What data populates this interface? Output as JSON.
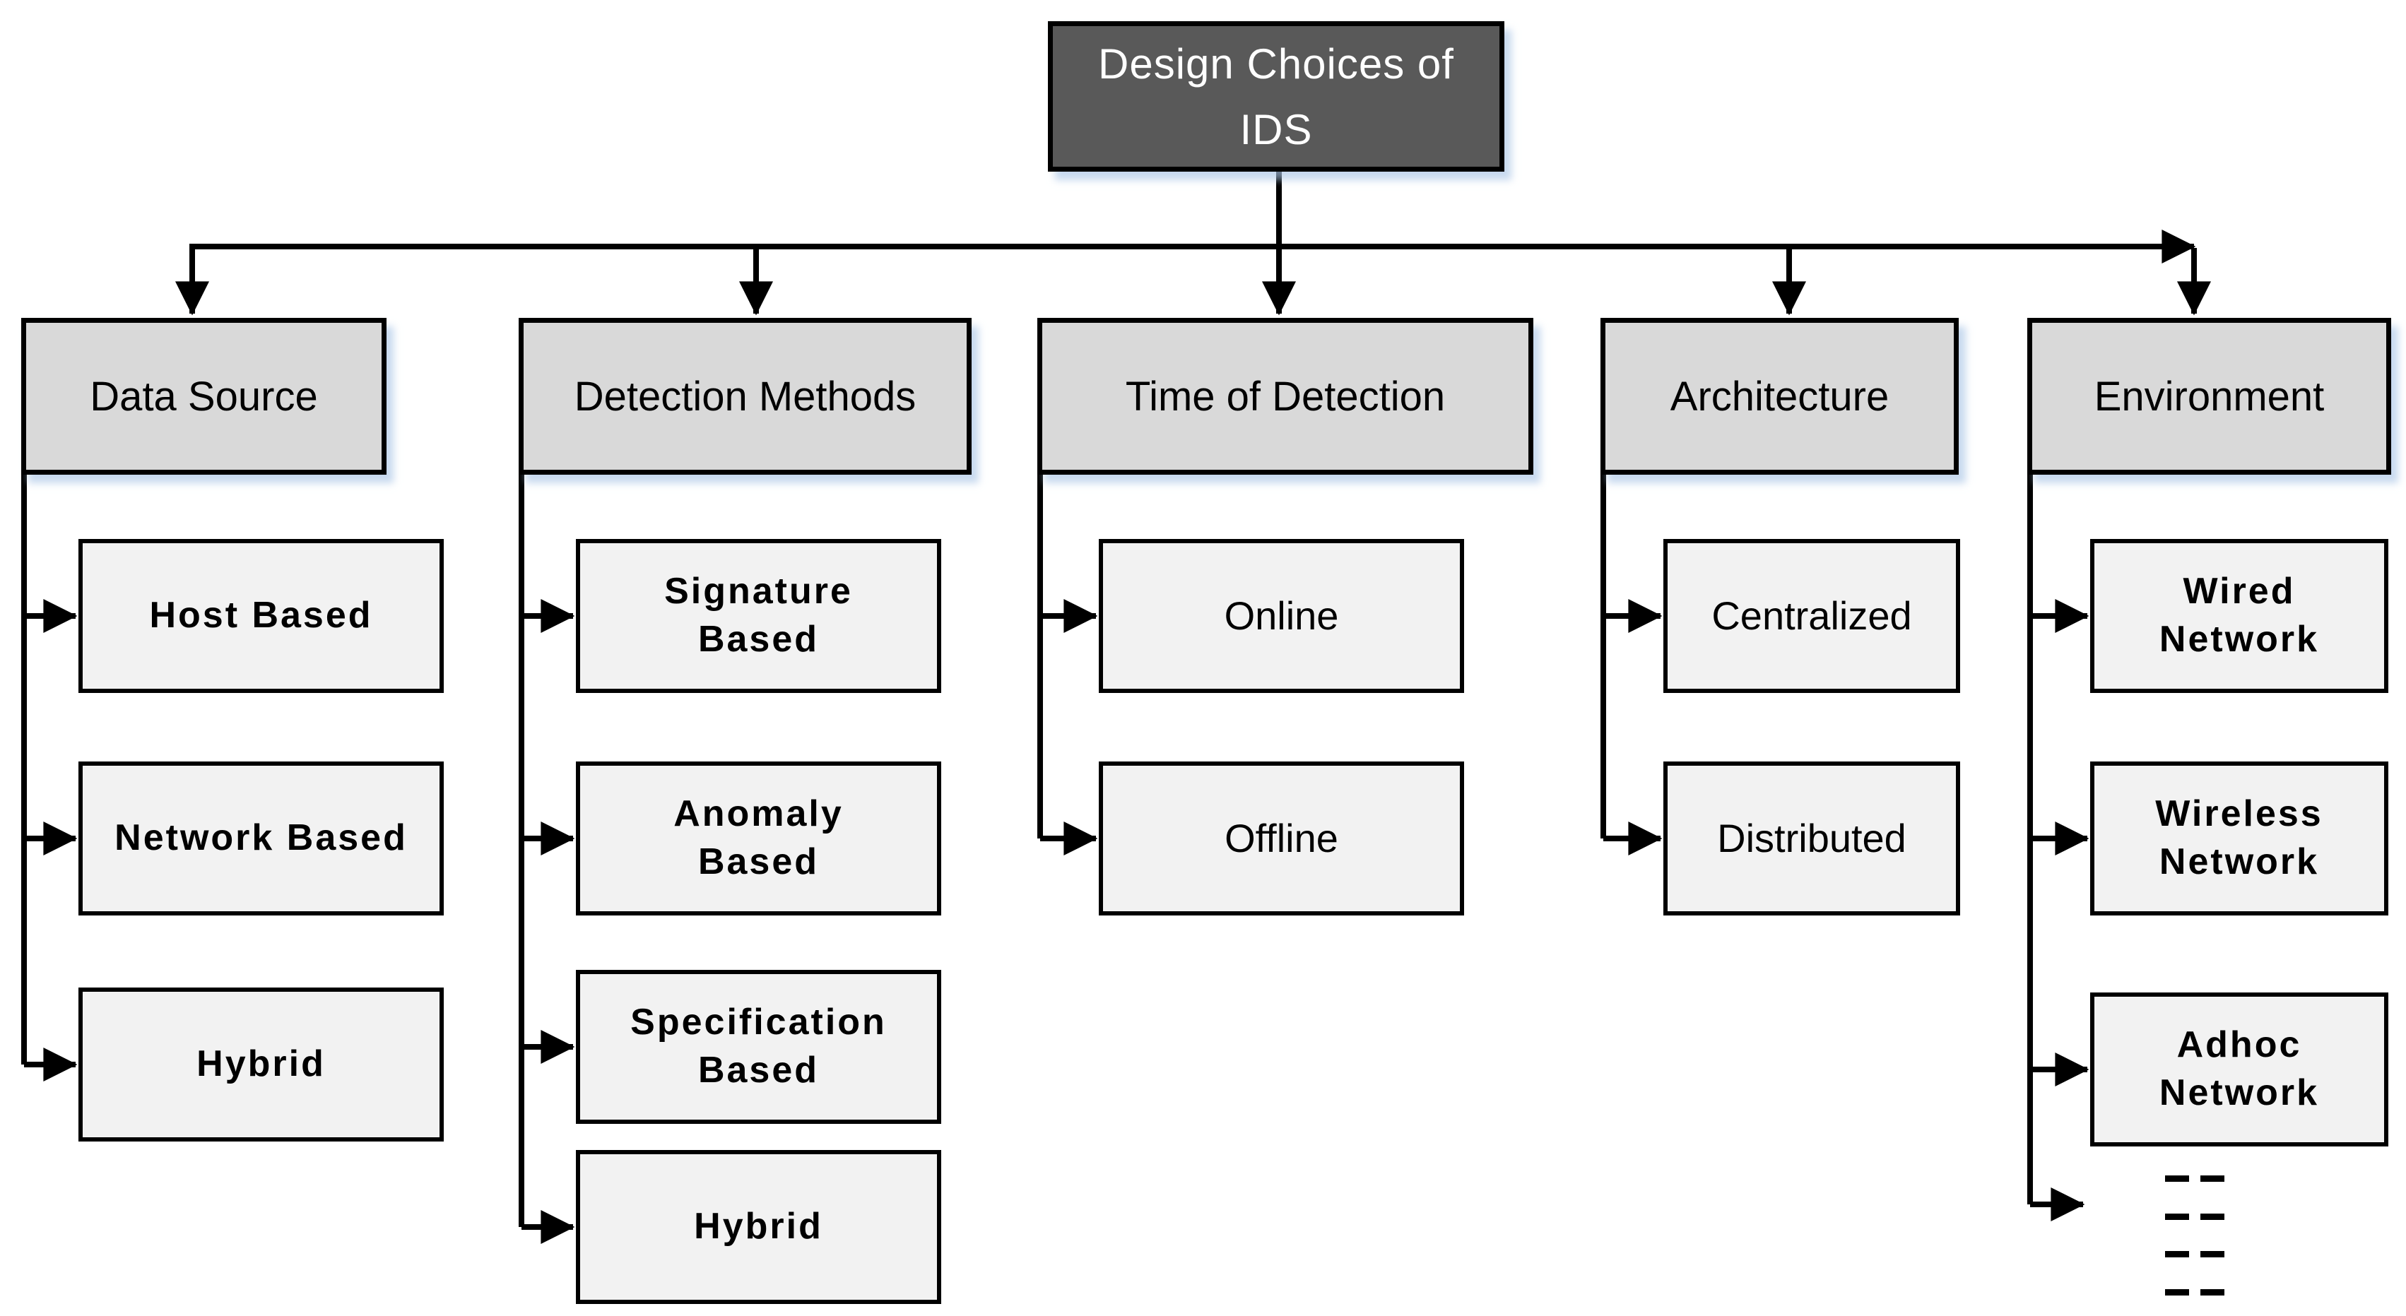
{
  "diagram": {
    "root": {
      "label": "Design Choices of\nIDS"
    },
    "columns": [
      {
        "label": "Data Source",
        "children": [
          {
            "label": "Host Based"
          },
          {
            "label": "Network Based"
          },
          {
            "label": "Hybrid"
          }
        ]
      },
      {
        "label": "Detection Methods",
        "children": [
          {
            "label": "Signature\nBased"
          },
          {
            "label": "Anomaly\nBased"
          },
          {
            "label": "Specification\nBased"
          },
          {
            "label": "Hybrid"
          }
        ]
      },
      {
        "label": "Time of Detection",
        "children": [
          {
            "label": "Online"
          },
          {
            "label": "Offline"
          }
        ]
      },
      {
        "label": "Architecture",
        "children": [
          {
            "label": "Centralized"
          },
          {
            "label": "Distributed"
          }
        ]
      },
      {
        "label": "Environment",
        "children": [
          {
            "label": "Wired\nNetwork"
          },
          {
            "label": "Wireless\nNetwork"
          },
          {
            "label": "Adhoc\nNetwork"
          }
        ],
        "ellipsis": true
      }
    ],
    "colors": {
      "root_fill": "#595959",
      "root_text": "#ffffff",
      "header_fill": "#d9d9d9",
      "child_fill": "#f2f2f2",
      "border": "#000000",
      "connector": "#000000",
      "shadow_tint": "#aac6e6"
    }
  }
}
